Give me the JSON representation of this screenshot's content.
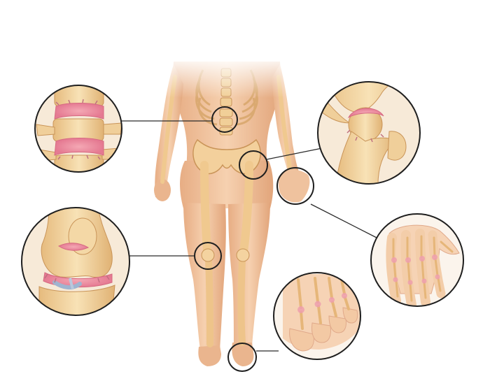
{
  "colors": {
    "background": "#ffffff",
    "skin": "#f2c7a1",
    "skin_shade": "#dfa47a",
    "bone": "#f5d9a6",
    "bone_shade": "#e2b77a",
    "bone_outline": "#c99458",
    "inflamed": "#e88fa0",
    "cartilage_blue": "#9fb4d0",
    "connector": "#2b2b2b",
    "circle_ring": "#1f1f1f"
  },
  "callouts": [
    {
      "name": "spine",
      "region": "lumbar-vertebrae"
    },
    {
      "name": "hip",
      "region": "hip-joint"
    },
    {
      "name": "hand",
      "region": "wrist-and-hand"
    },
    {
      "name": "knee",
      "region": "knee-joint"
    },
    {
      "name": "foot",
      "region": "ankle-and-toes"
    }
  ],
  "icons": [
    "human-body-illustration",
    "spine-joint-icon",
    "hip-joint-icon",
    "hand-bones-icon",
    "knee-joint-icon",
    "foot-bones-icon"
  ]
}
